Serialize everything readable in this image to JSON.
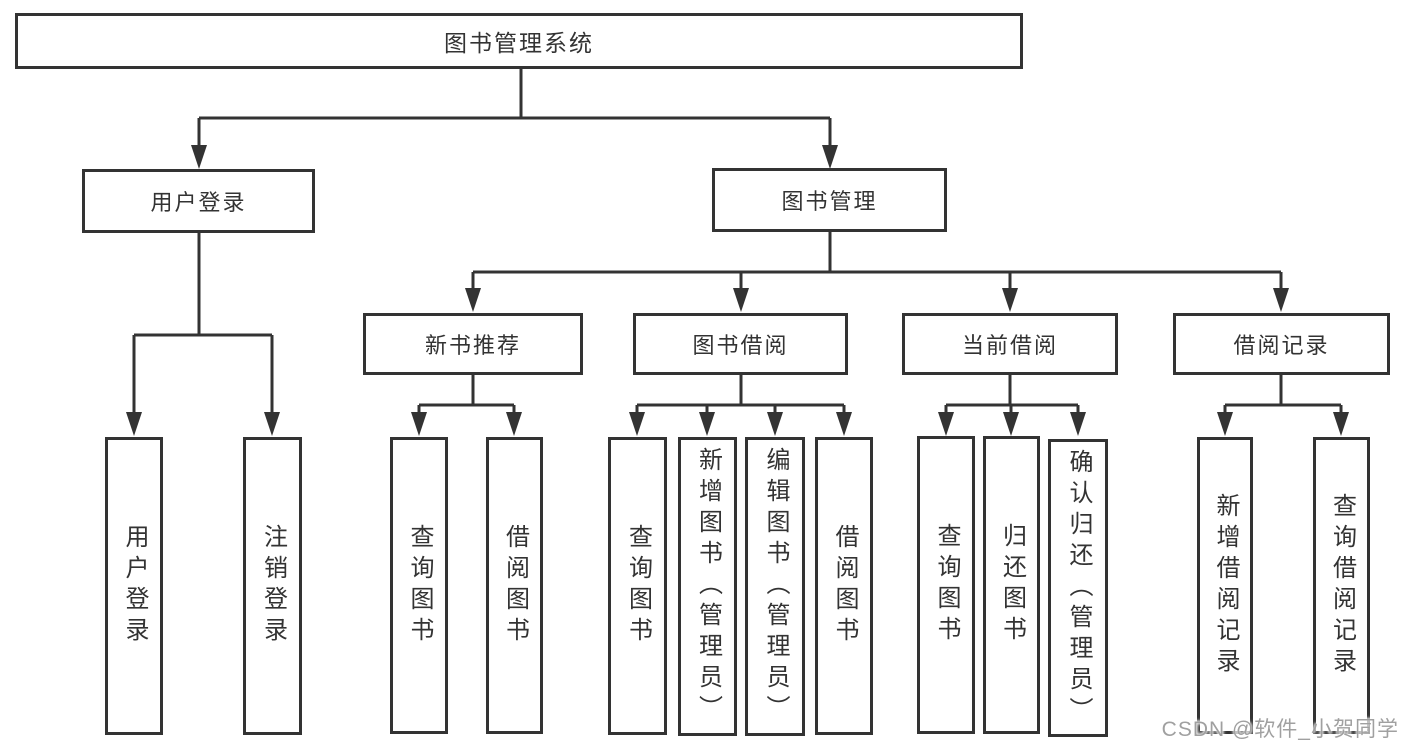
{
  "tree": {
    "root": "图书管理系统",
    "children": [
      {
        "label": "用户登录",
        "children": [
          "用户登录",
          "注销登录"
        ]
      },
      {
        "label": "图书管理",
        "children": [
          {
            "label": "新书推荐",
            "children": [
              "查询图书",
              "借阅图书"
            ]
          },
          {
            "label": "图书借阅",
            "children": [
              "查询图书",
              "新增图书（管理员）",
              "编辑图书（管理员）",
              "借阅图书"
            ]
          },
          {
            "label": "当前借阅",
            "children": [
              "查询图书",
              "归还图书",
              "确认归还（管理员）"
            ]
          },
          {
            "label": "借阅记录",
            "children": [
              "新增借阅记录",
              "查询借阅记录"
            ]
          }
        ]
      }
    ]
  },
  "watermark": {
    "text": "CSDN @软件_小贺同学"
  },
  "colors": {
    "line": "#333333",
    "box_border": "#333333",
    "box_fill": "#ffffff",
    "text": "#333333",
    "watermark": "#a0a0a0",
    "background": "#ffffff"
  }
}
